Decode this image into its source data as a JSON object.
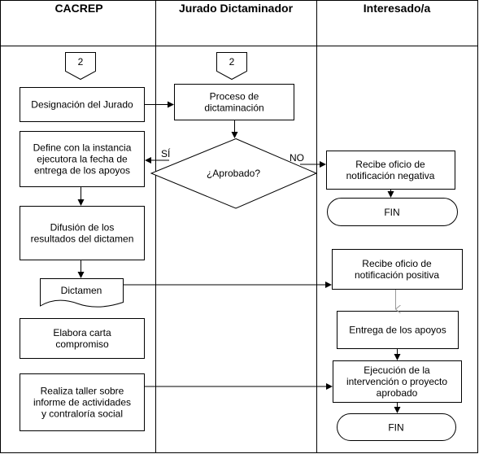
{
  "lanes": [
    {
      "title": "CACREP"
    },
    {
      "title": "Jurado Dictaminador"
    },
    {
      "title": "Interesado/a"
    }
  ],
  "connectors": {
    "left": "2",
    "middle": "2"
  },
  "nodes": {
    "designacion": [
      "Designación del Jurado"
    ],
    "define": [
      "Define con la instancia",
      "ejecutora la fecha de",
      "entrega de los apoyos"
    ],
    "difusion": [
      "Difusión de los",
      "resultados del dictamen"
    ],
    "dictamen": [
      "Dictamen"
    ],
    "elabora": [
      "Elabora carta",
      "compromiso"
    ],
    "taller": [
      "Realiza taller sobre",
      "informe de actividades",
      "y contraloría social"
    ],
    "proceso": [
      "Proceso de",
      "dictaminación"
    ],
    "aprobado": [
      "¿Aprobado?"
    ],
    "negativa": [
      "Recibe oficio de",
      "notificación negativa"
    ],
    "fin1": [
      "FIN"
    ],
    "positiva": [
      "Recibe oficio de",
      "notificación positiva"
    ],
    "entrega": [
      "Entrega de los apoyos"
    ],
    "ejecucion": [
      "Ejecución de la",
      "intervención o proyecto",
      "aprobado"
    ],
    "fin2": [
      "FIN"
    ]
  },
  "edge_labels": {
    "si": "SÍ",
    "no": "NO"
  },
  "colors": {
    "line": "#000000",
    "soft_arrow": "#999999",
    "fill": "#ffffff"
  }
}
